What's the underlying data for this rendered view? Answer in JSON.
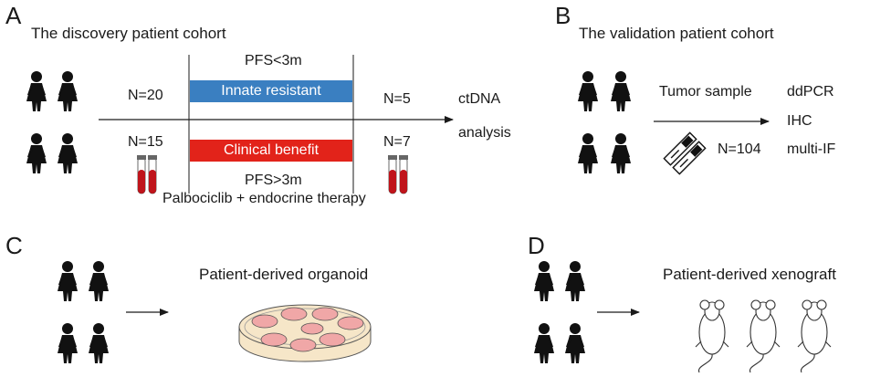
{
  "panels": {
    "a": {
      "letter": "A",
      "title": "The discovery patient cohort",
      "n_top_left": "N=20",
      "n_bottom_left": "N=15",
      "pfs_top": "PFS<3m",
      "pfs_bottom": "PFS>3m",
      "bar_top_label": "Innate resistant",
      "bar_bottom_label": "Clinical benefit",
      "n_top_right": "N=5",
      "n_bottom_right": "N=7",
      "outcome_line1": "ctDNA",
      "outcome_line2": "analysis",
      "therapy": "Palbociclib + endocrine therapy"
    },
    "b": {
      "letter": "B",
      "title": "The validation patient cohort",
      "sample_label": "Tumor sample",
      "n_label": "N=104",
      "methods": [
        "ddPCR",
        "IHC",
        "multi-IF"
      ]
    },
    "c": {
      "letter": "C",
      "title": "Patient-derived organoid"
    },
    "d": {
      "letter": "D",
      "title": "Patient-derived xenograft"
    }
  },
  "colors": {
    "resistant_bar": "#3a7fc1",
    "benefit_bar": "#e2231a",
    "tube_blood": "#c0141b",
    "dish_fill": "#f6e6c8",
    "organoid": "#f0a7a7"
  },
  "icons": [
    "female-patient-icon",
    "blood-tube-icon",
    "tissue-slide-icon",
    "petri-dish-icon",
    "mouse-icon",
    "arrow-icon"
  ]
}
